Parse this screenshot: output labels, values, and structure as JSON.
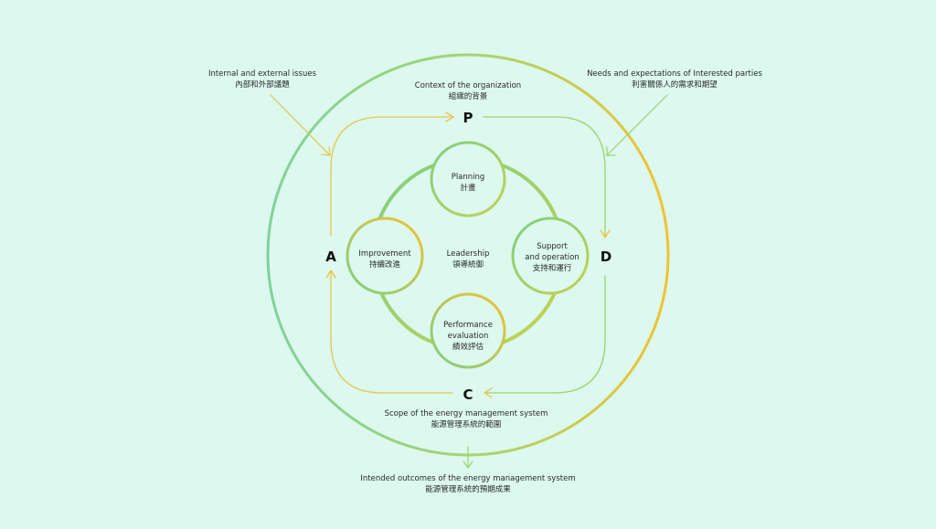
{
  "colors": {
    "background": "#dcf8ef",
    "green": "#7fcf82",
    "yellow": "#f2c230",
    "text": "#2a2a2a"
  },
  "external": {
    "issues": {
      "en": "Internal and external issues",
      "zh": "內部和外部議題"
    },
    "needs": {
      "en": "Needs and expectations of Interested parties",
      "zh": "利害關係人的需求和期望"
    },
    "outcomes": {
      "en": "Intended outcomes of the energy management system",
      "zh": "能源管理系統的預期成果"
    }
  },
  "context": {
    "en": "Context of the organization",
    "zh": "組織的背景"
  },
  "scope": {
    "en": "Scope of the energy management system",
    "zh": "能源管理系統的範圍"
  },
  "pdca": {
    "p": "P",
    "d": "D",
    "c": "C",
    "a": "A"
  },
  "center": {
    "en": "Leadership",
    "zh": "領導統御"
  },
  "nodes": {
    "planning": {
      "line1": "Planning",
      "zh": "計畫"
    },
    "support": {
      "line1": "Support",
      "line2": "and operation",
      "zh": "支持和運行"
    },
    "evaluation": {
      "line1": "Performance",
      "line2": "evaluation",
      "zh": "績效評估"
    },
    "improvement": {
      "line1": "Improvement",
      "zh": "持續改進"
    }
  }
}
